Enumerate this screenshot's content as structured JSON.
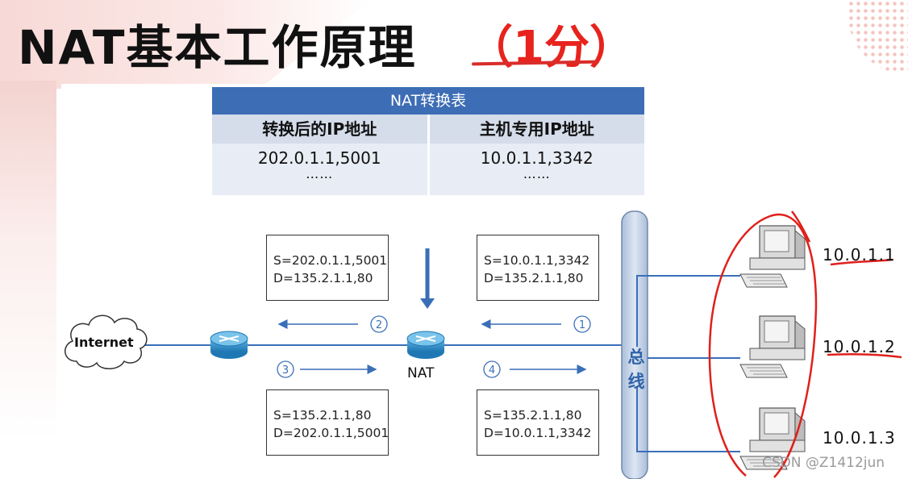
{
  "header": {
    "title": "NAT基本工作原理",
    "score": "（1分）"
  },
  "nat_table": {
    "title": "NAT转换表",
    "columns": [
      "转换后的IP地址",
      "主机专用IP地址"
    ],
    "rows": [
      [
        "202.0.1.1,5001",
        "10.0.1.1,3342"
      ]
    ],
    "ellipsis": "……"
  },
  "packets": {
    "top_left": {
      "s": "S=202.0.1.1,5001",
      "d": "D=135.2.1.1,80"
    },
    "top_right": {
      "s": "S=10.0.1.1,3342",
      "d": "D=135.2.1.1,80"
    },
    "bottom_left": {
      "s": "S=135.2.1.1,80",
      "d": "D=202.0.1.1,5001"
    },
    "bottom_right": {
      "s": "S=135.2.1.1,80",
      "d": "D=10.0.1.1,3342"
    }
  },
  "steps": [
    "①",
    "②",
    "③",
    "④"
  ],
  "labels": {
    "internet": "Internet",
    "nat": "NAT",
    "bus": "总线"
  },
  "hosts": [
    "10.0.1.1",
    "10.0.1.2",
    "10.0.1.3"
  ],
  "watermark": "CSDN @Z1412jun",
  "colors": {
    "table_header": "#3d6db5",
    "link": "#3a6fb8",
    "annotation_red": "#e0201b",
    "router": "#2f8fc9"
  }
}
